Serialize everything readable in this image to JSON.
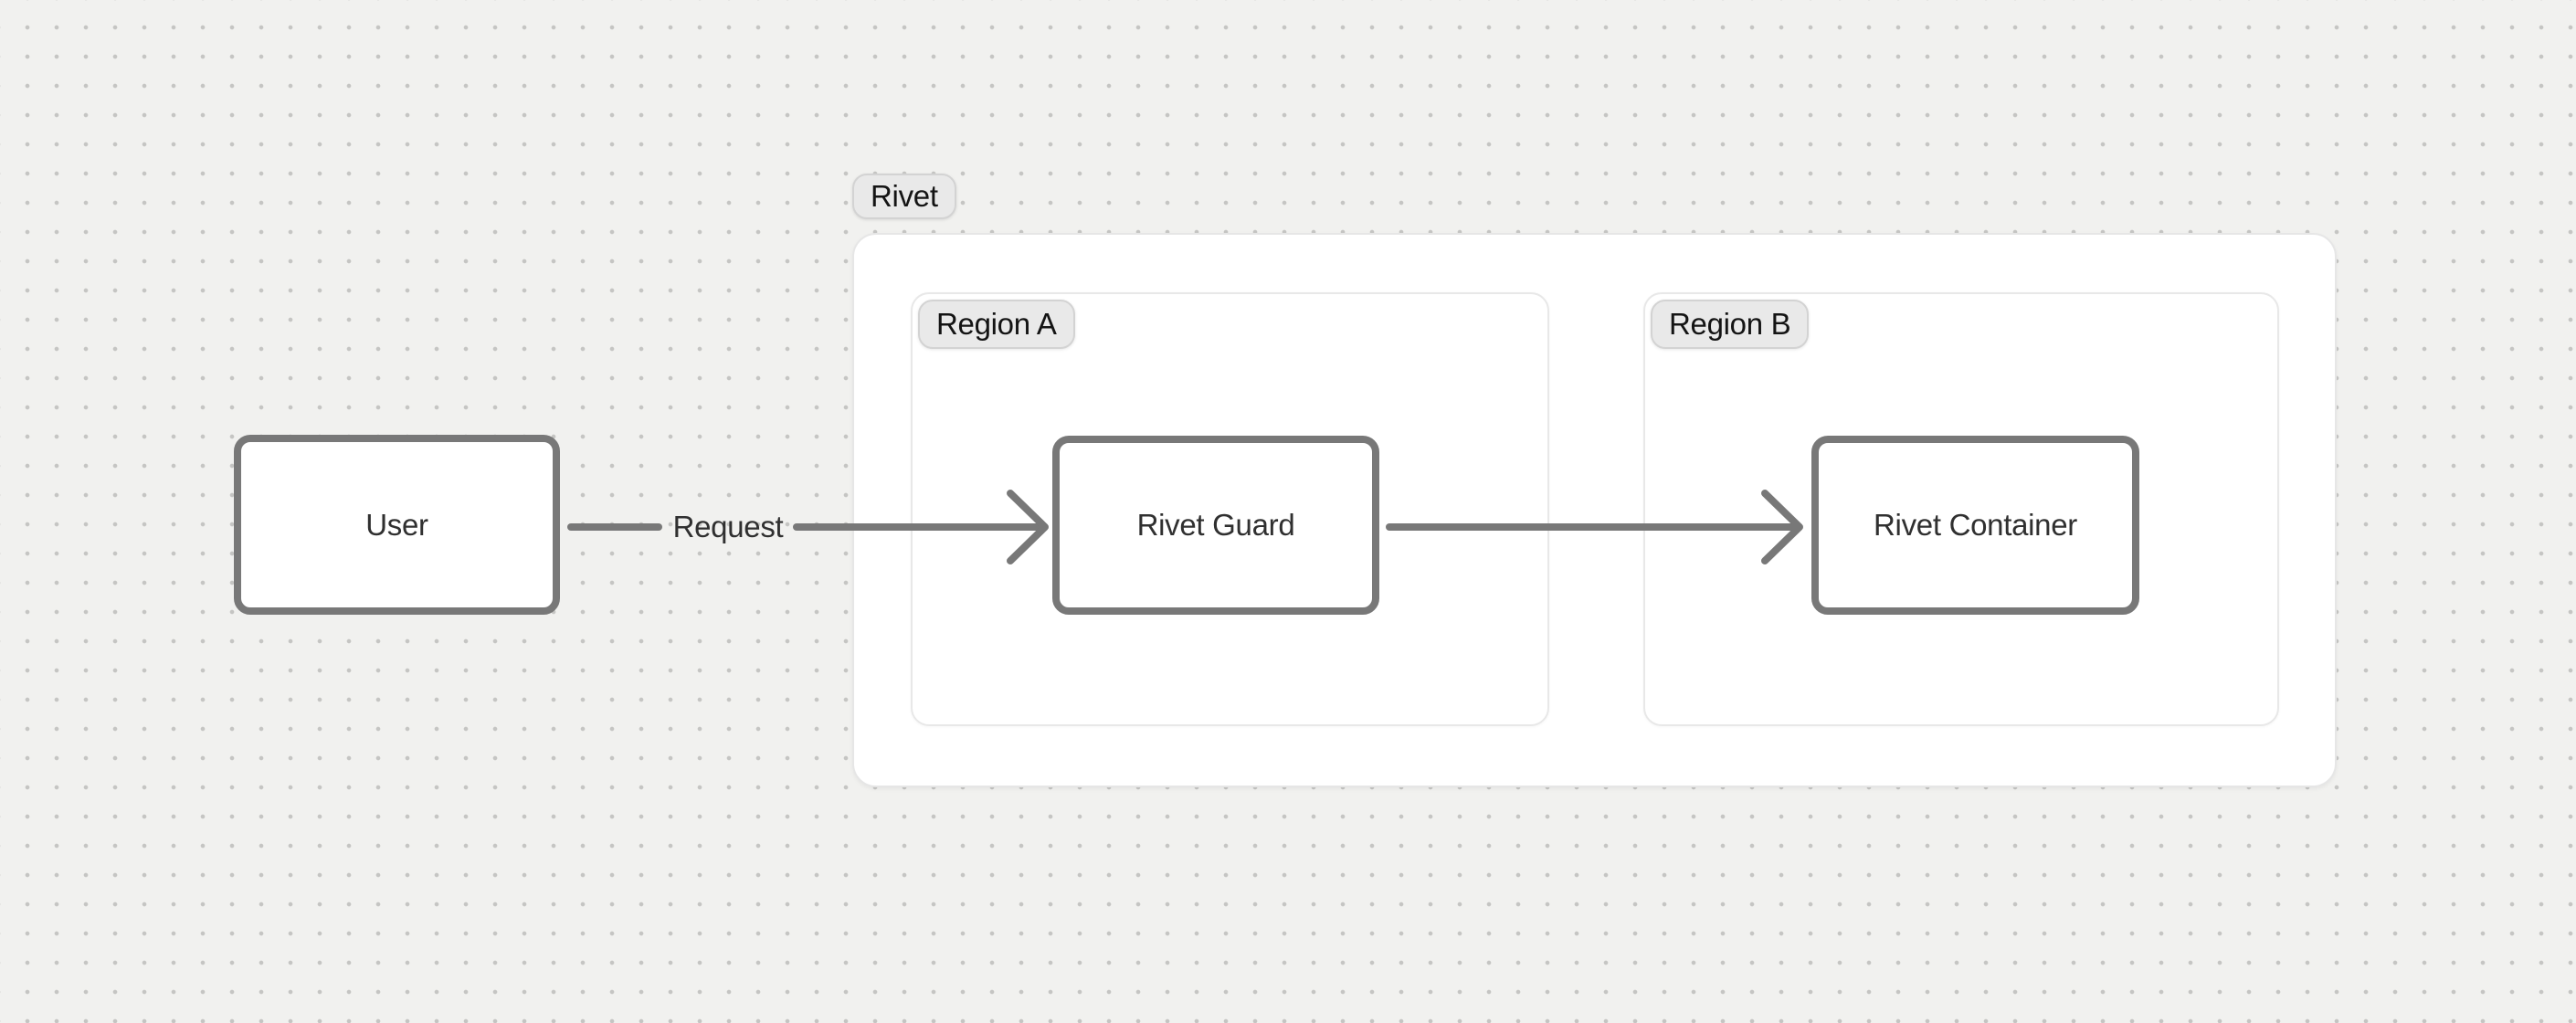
{
  "diagram": {
    "colors": {
      "canvas_bg": "#f1f1ef",
      "dot": "#c5c5c3",
      "surface": "#ffffff",
      "surface_border": "#e6e6e6",
      "region_border": "#e8e8e8",
      "pill_bg": "#e9e9e9",
      "pill_border": "#d3d3d3",
      "node_border": "#787878",
      "node_text": "#303030",
      "label_text": "#141414",
      "arrow": "#787878"
    },
    "group": {
      "label": "Rivet"
    },
    "regions": [
      {
        "label": "Region A"
      },
      {
        "label": "Region B"
      }
    ],
    "nodes": [
      {
        "label": "User"
      },
      {
        "label": "Rivet Guard"
      },
      {
        "label": "Rivet Container"
      }
    ],
    "edges": [
      {
        "from": "User",
        "to": "Rivet Guard",
        "label": "Request"
      },
      {
        "from": "Rivet Guard",
        "to": "Rivet Container",
        "label": ""
      }
    ]
  }
}
